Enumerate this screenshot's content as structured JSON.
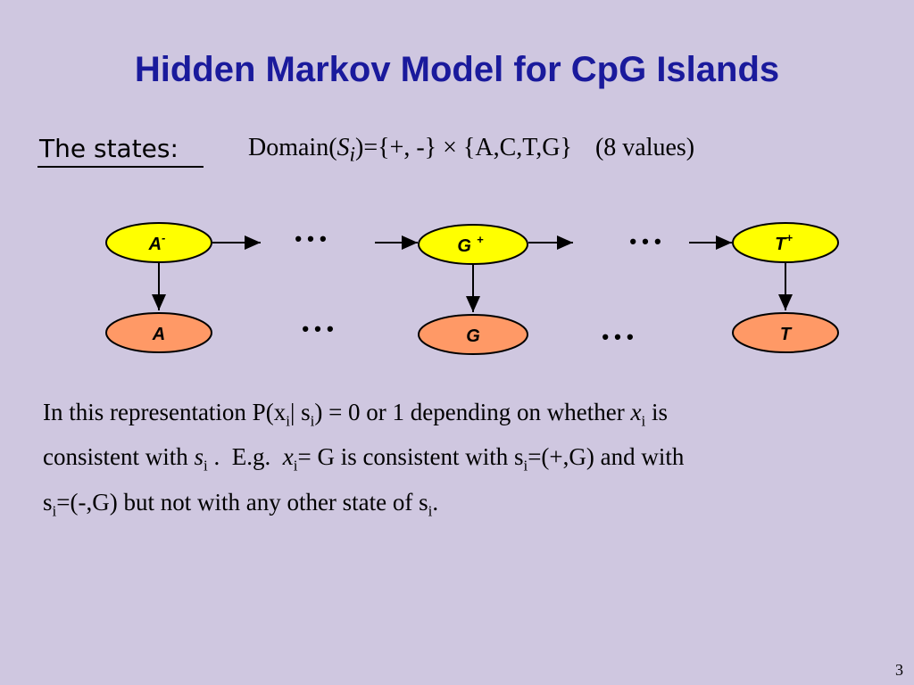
{
  "slide": {
    "title": "Hidden Markov Model for CpG Islands",
    "page_number": "3"
  },
  "states": {
    "label": "The states:",
    "domain_prefix": "Domain(",
    "domain_var": "S",
    "domain_sub": "i",
    "domain_suffix": ")={+, -} × {A,C,T,G}",
    "domain_count": "(8 values)"
  },
  "diagram": {
    "hidden_nodes": [
      {
        "base": "A",
        "sign": "-"
      },
      {
        "base": "G",
        "sign": "+"
      },
      {
        "base": "T",
        "sign": "+"
      }
    ],
    "observed_nodes": [
      "A",
      "G",
      "T"
    ],
    "ellipsis": "• • •",
    "colors": {
      "hidden_fill": "#ffff00",
      "observed_fill": "#ff9966",
      "title_color": "#1a1a9c",
      "background": "#cfc7e0"
    }
  },
  "explanation": {
    "l1_a": "In this representation P(x",
    "l1_sub1": "i",
    "l1_b": "| s",
    "l1_sub2": "i",
    "l1_c": ") = 0 or 1 depending on whether ",
    "l1_x": "x",
    "l1_sub3": "i",
    "l1_d": " is",
    "l2_a": "consistent with ",
    "l2_s": "s",
    "l2_sub1": "i",
    "l2_b": " .  E.g.  ",
    "l2_x": "x",
    "l2_sub2": "i",
    "l2_c": "= G is consistent with s",
    "l2_sub3": "i",
    "l2_d": "=(+,G) and with",
    "l3_a": "s",
    "l3_sub1": "i",
    "l3_b": "=(-,G) but not with any other state of s",
    "l3_sub2": "i",
    "l3_c": "."
  }
}
